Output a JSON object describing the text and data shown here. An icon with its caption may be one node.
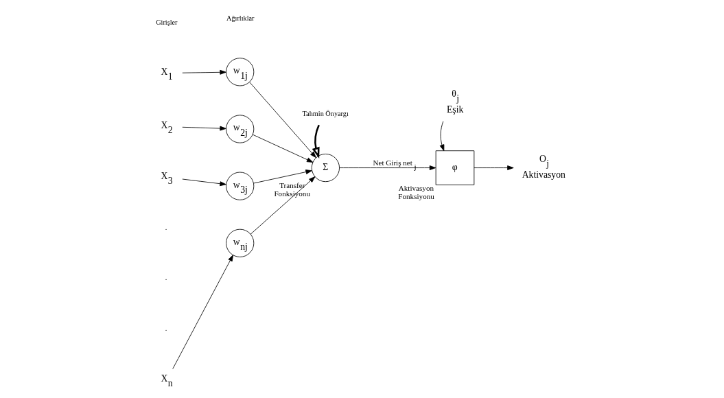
{
  "diagram": {
    "nodes": [
      {
        "text": [
          "X$_{1}$"
        ]
      },
      {
        "text": [
          "X$_{2}$"
        ]
      },
      {
        "text": [
          "X$_{3}$"
        ]
      },
      {
        "text": [
          "X$_{n}$"
        ]
      },
      {
        "text": [
          "w$_{1j}$"
        ]
      },
      {
        "text": [
          "w$_{2j}$"
        ]
      },
      {
        "text": [
          "w$_{3j}$"
        ]
      },
      {
        "text": [
          "w$_{nj}$"
        ]
      },
      {
        "text": [
          "Σ"
        ],
        "beside": [
          "Transfer Fonksiyonu"
        ]
      },
      {
        "text": [
          "φ"
        ],
        "beside": [
          "Aktivasyon Fonksiyonu"
        ]
      },
      {
        "text": [
          "Tahmin Önyargı"
        ]
      },
      {
        "text": [
          "θ$_{j}$",
          "Eşik"
        ]
      },
      {
        "text": [
          "O$_{j}$",
          "Aktivasyon"
        ]
      }
    ],
    "edges": [
      {
        "from": 0,
        "to": 4,
        "arrow": "to"
      },
      {
        "from": 1,
        "to": 5,
        "arrow": "to"
      },
      {
        "from": 2,
        "to": 6,
        "arrow": "to"
      },
      {
        "from": 3,
        "to": 7,
        "arrow": "to"
      },
      {
        "from": 4,
        "to": 8,
        "arrow": "to"
      },
      {
        "from": 5,
        "to": 8,
        "arrow": "to"
      },
      {
        "from": 6,
        "to": 8,
        "arrow": "to"
      },
      {
        "from": 7,
        "to": 8,
        "arrow": "to"
      },
      {
        "from": 10,
        "to": 8,
        "arrow": "to",
        "style": "thick"
      },
      {
        "from": 8,
        "to": 9,
        "arrow": "to",
        "label": "Net Giriş net$_{j}$"
      },
      {
        "from": 11,
        "to": 9,
        "arrow": "to"
      },
      {
        "from": 9,
        "to": 12,
        "arrow": "to"
      }
    ],
    "labels": [
      "Girişler",
      "Ağırlıklar",
      ".",
      ".",
      "."
    ]
  }
}
